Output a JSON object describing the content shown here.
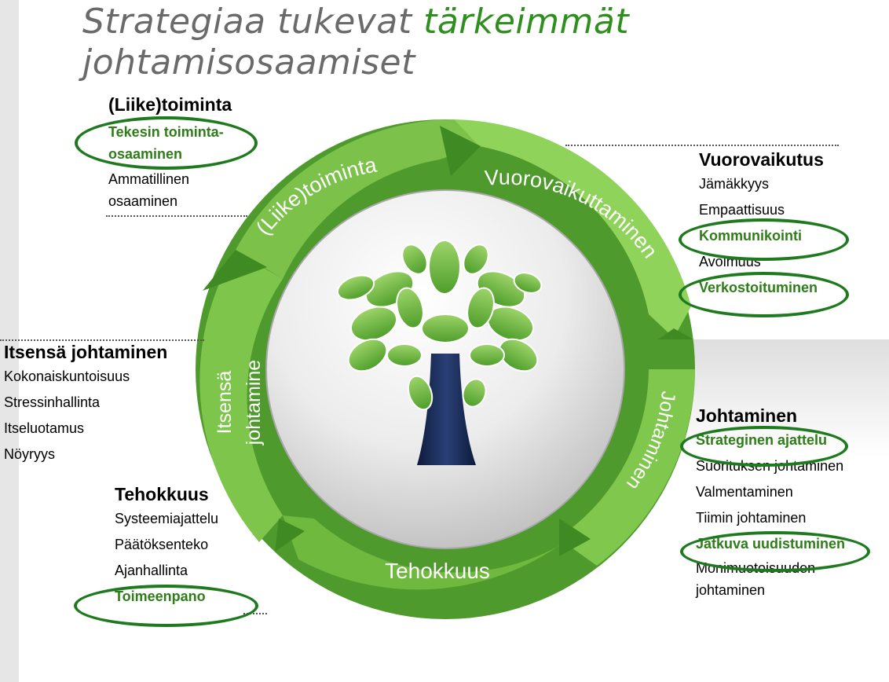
{
  "title": {
    "part1": "Strategiaa tukevat ",
    "highlight": "tärkeimmät",
    "line2": "johtamisosaamiset"
  },
  "wheel": {
    "segments": [
      "(Liike)toiminta",
      "Vuorovaikuttaminen",
      "Johtaminen",
      "Tehokkuus"
    ],
    "itsensa_line1": "Itsensä",
    "itsensa_line2": "johtamine"
  },
  "blocks": {
    "liiketoiminta": {
      "heading": "(Liike)toiminta",
      "item1a": "Tekesin toiminta-",
      "item1b": "osaaminen",
      "item2a": "Ammatillinen",
      "item2b": "osaaminen"
    },
    "vuorovaikutus": {
      "heading": "Vuorovaikutus",
      "items": [
        "Jämäkkyys",
        "Empaattisuus",
        "Kommunikointi",
        "Avoimuus",
        "Verkostoituminen"
      ]
    },
    "itsensa": {
      "heading": "Itsensä johtaminen",
      "items": [
        "Kokonaiskuntoisuus",
        "Stressinhallinta",
        "Itseluotamus",
        "Nöyryys"
      ]
    },
    "johtaminen": {
      "heading": "Johtaminen",
      "items": [
        "Strateginen ajattelu",
        "Suorituksen johtaminen",
        "Valmentaminen",
        "Tiimin johtaminen",
        "Jatkuva uudistuminen"
      ],
      "last_a": "Monimuotoisuuden",
      "last_b": "johtaminen"
    },
    "tehokkuus": {
      "heading": "Tehokkuus",
      "items": [
        "Systeemiajattelu",
        "Päätöksenteko",
        "Ajanhallinta",
        "Toimeenpano"
      ]
    }
  },
  "colors": {
    "title_gray": "#6a6a6a",
    "accent_green": "#2e8f1e",
    "ellipse_green": "#1f7a1f",
    "trunk_navy": "#1a2a55"
  }
}
